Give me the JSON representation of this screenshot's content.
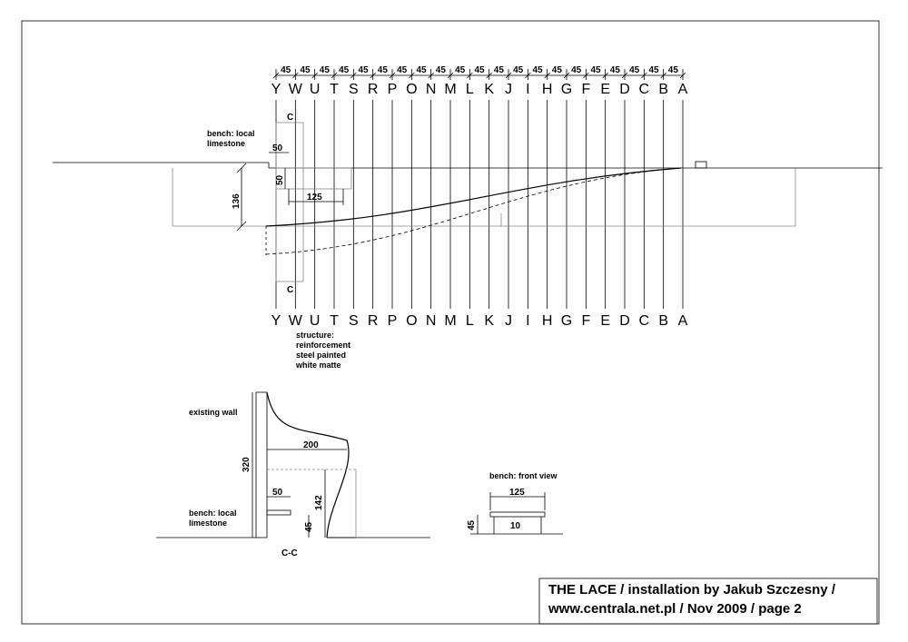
{
  "plan": {
    "grid_letters": [
      "Y",
      "W",
      "U",
      "T",
      "S",
      "R",
      "P",
      "O",
      "N",
      "M",
      "L",
      "K",
      "J",
      "I",
      "H",
      "G",
      "F",
      "E",
      "D",
      "C",
      "B",
      "A"
    ],
    "spacing_label": "45",
    "section_marker": "C",
    "bench_note_line1": "bench: local",
    "bench_note_line2": "limestone",
    "dim_width_50": "50",
    "dim_vert_50": "50",
    "dim_depth_136": "136",
    "dim_bench_125": "125",
    "structure_note": [
      "structure:",
      "reinforcement",
      "steel painted",
      "white matte"
    ]
  },
  "section": {
    "label": "C-C",
    "existing_wall": "existing wall",
    "bench_note_line1": "bench: local",
    "bench_note_line2": "limestone",
    "dim_height_320": "320",
    "dim_projection_200": "200",
    "dim_142": "142",
    "dim_50": "50",
    "dim_45": "45"
  },
  "bench_front": {
    "label": "bench: front view",
    "dim_125": "125",
    "dim_45": "45",
    "dim_10": "10"
  },
  "title_block": {
    "line1": "THE LACE / installation by Jakub Szczesny /",
    "line2": "www.centrala.net.pl / Nov 2009 / page 2"
  }
}
